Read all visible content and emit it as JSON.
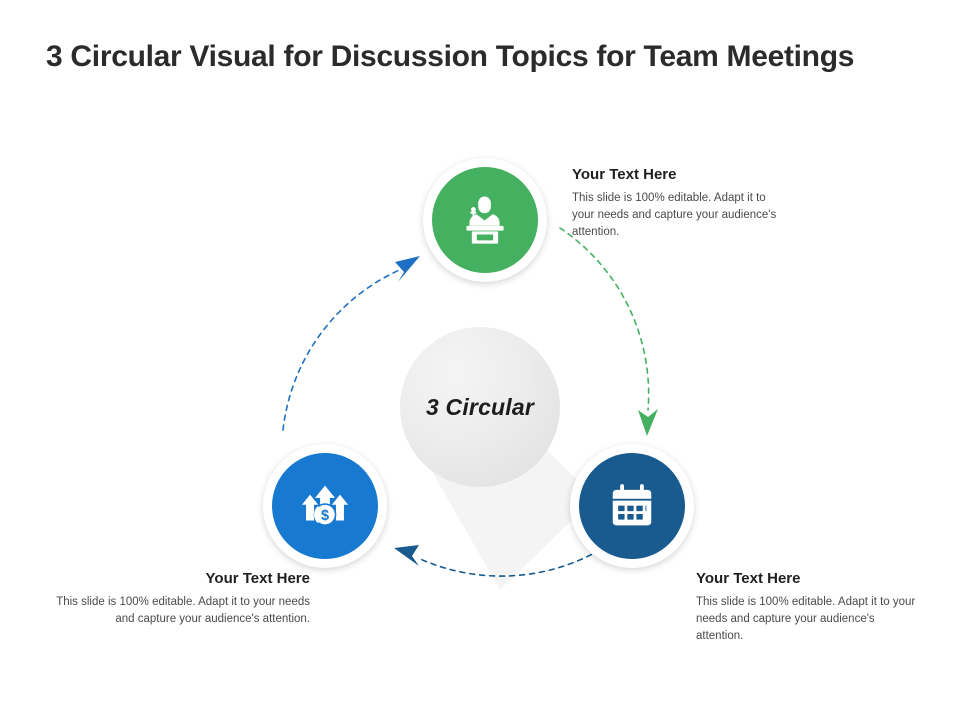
{
  "slide": {
    "title": "3 Circular Visual for Discussion Topics for Team Meetings",
    "background_color": "#ffffff"
  },
  "hub": {
    "label": "3 Circular",
    "fill_color": "#e8e8e9"
  },
  "nodes": [
    {
      "id": "top",
      "icon": "speaker-podium-icon",
      "color": "#45b05f",
      "heading": "Your Text Here",
      "body": "This slide is 100% editable. Adapt it to your needs and capture your audience's attention."
    },
    {
      "id": "bottom-right",
      "icon": "calendar-icon",
      "color": "#195b8f",
      "heading": "Your Text Here",
      "body": "This slide is 100% editable. Adapt it to your needs and capture your audience's attention."
    },
    {
      "id": "bottom-left",
      "icon": "money-growth-arrows-icon",
      "color": "#1879d0",
      "heading": "Your Text Here",
      "body": "This slide is 100% editable. Adapt it to your needs and capture your audience's attention."
    }
  ],
  "connectors": [
    {
      "id": "left-to-top",
      "style": "dashed-arc",
      "color": "#1f6fc4",
      "arrow_target": "top"
    },
    {
      "id": "top-to-right",
      "style": "dashed-arc",
      "color": "#45b05f",
      "arrow_target": "bottom-right"
    },
    {
      "id": "right-to-left",
      "style": "dashed-arc",
      "color": "#195b8f",
      "arrow_target": "bottom-left"
    }
  ],
  "colors": {
    "green": "#45b05f",
    "light_blue": "#1879d0",
    "dark_blue": "#195b8f",
    "title": "#2b2b2b",
    "body_text": "#4a4a4a"
  }
}
